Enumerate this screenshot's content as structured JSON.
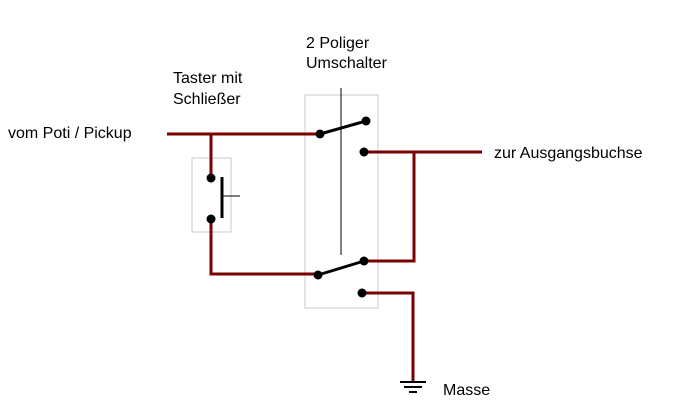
{
  "labels": {
    "input": "vom Poti / Pickup",
    "taster_line1": "Taster mit",
    "taster_line2": "Schließer",
    "switch_line1": "2 Poliger",
    "switch_line2": "Umschalter",
    "output": "zur Ausgangsbuchse",
    "ground": "Masse"
  },
  "colors": {
    "wire": "#7b0000",
    "contact": "#000000",
    "box": "#c8c8c8"
  }
}
